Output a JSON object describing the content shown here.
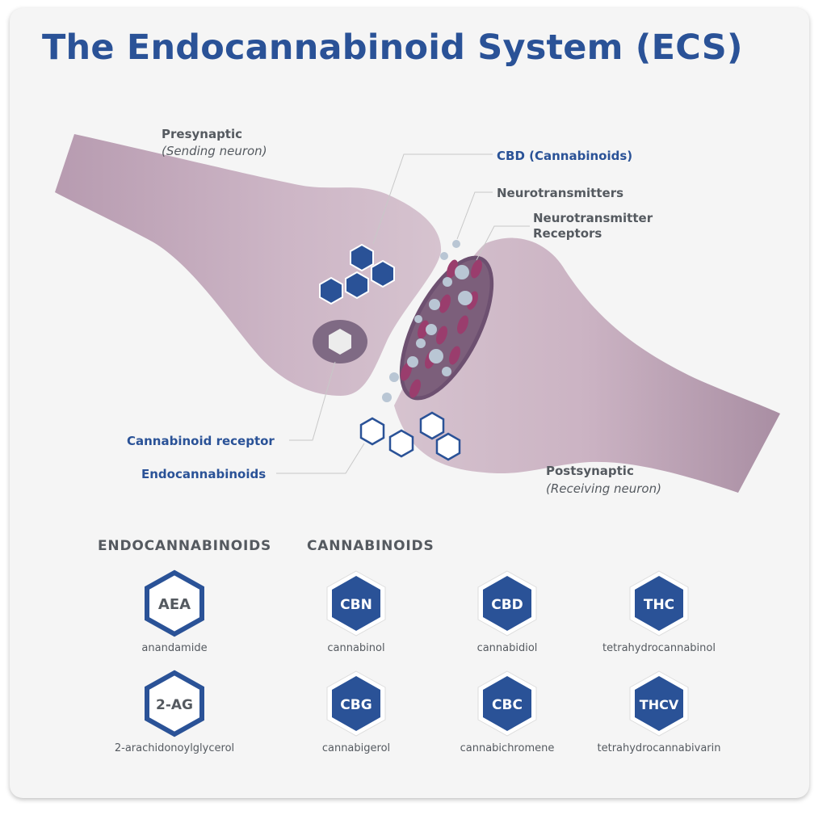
{
  "title": "The Endocannabinoid System (ECS)",
  "labels": {
    "presynaptic": "Presynaptic",
    "presynaptic_sub": "(Sending neuron)",
    "cbd_cannabinoids": "CBD (Cannabinoids)",
    "neurotransmitters": "Neurotransmitters",
    "neurotransmitter_receptors_1": "Neurotransmitter",
    "neurotransmitter_receptors_2": "Receptors",
    "cannabinoid_receptor": "Cannabinoid receptor",
    "endocannabinoids": "Endocannabinoids",
    "postsynaptic": "Postsynaptic",
    "postsynaptic_sub": "(Receiving neuron)"
  },
  "sections": {
    "endocannabinoids": "ENDOCANNABINOIDS",
    "cannabinoids": "CANNABINOIDS"
  },
  "endocannabinoids": [
    {
      "abbr": "AEA",
      "name": "anandamide"
    },
    {
      "abbr": "2-AG",
      "name": "2-arachidonoylglycerol"
    }
  ],
  "cannabinoids": [
    {
      "abbr": "CBN",
      "name": "cannabinol"
    },
    {
      "abbr": "CBD",
      "name": "cannabidiol"
    },
    {
      "abbr": "THC",
      "name": "tetrahydrocannabinol"
    },
    {
      "abbr": "CBG",
      "name": "cannabigerol"
    },
    {
      "abbr": "CBC",
      "name": "cannabichromene"
    },
    {
      "abbr": "THCV",
      "name": "tetrahydrocannabivarin"
    }
  ],
  "colors": {
    "title": "#2a5297",
    "hex_blue": "#2a5297",
    "neuron": "#c9b1c1",
    "label_gray": "#555a60"
  }
}
